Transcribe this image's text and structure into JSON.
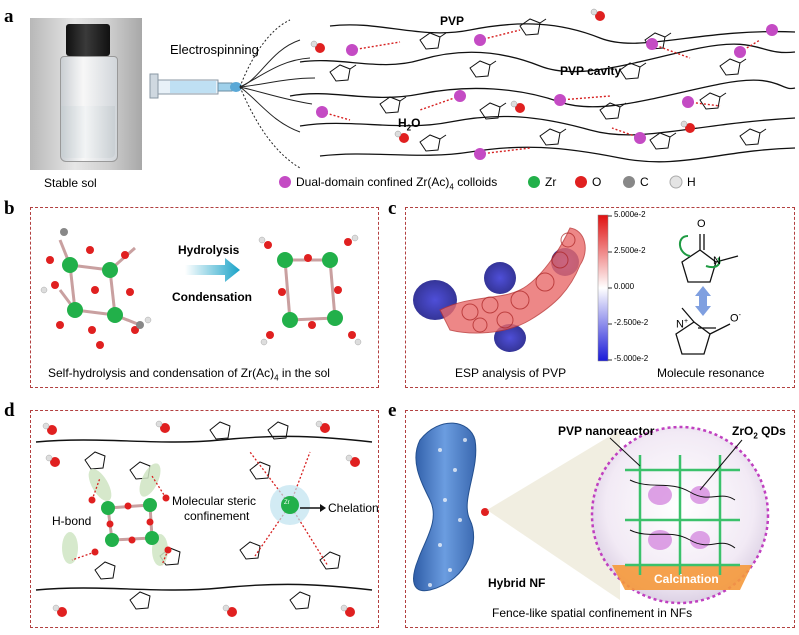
{
  "panels": {
    "a": {
      "letter": "a",
      "electrospinning": "Electrospinning",
      "stable_sol": "Stable sol",
      "pvp": "PVP",
      "pvp_cavity": "PVP cavity",
      "h2o_main": "H",
      "h2o_sub": "2",
      "h2o_tail": "O",
      "legend": {
        "colloid": "Dual-domain confined Zr(Ac)",
        "colloid_sub": "4",
        "colloid_tail": " colloids",
        "zr": "Zr",
        "o": "O",
        "c": "C",
        "h": "H"
      }
    },
    "b": {
      "letter": "b",
      "hydrolysis": "Hydrolysis",
      "condensation": "Condensation",
      "caption_main": "Self-hydrolysis and condensation of Zr(Ac)",
      "caption_sub": "4",
      "caption_tail": " in the sol"
    },
    "c": {
      "letter": "c",
      "colorbar_ticks": [
        "5.000e-2",
        "2.500e-2",
        "0.000",
        "-2.500e-2",
        "-5.000e-2"
      ],
      "esp_caption": "ESP analysis of PVP",
      "resonance_caption": "Molecule resonance"
    },
    "d": {
      "letter": "d",
      "h_bond": "H-bond",
      "steric_line1": "Molecular steric",
      "steric_line2": "confinement",
      "chelation": "Chelation",
      "zr_ion": "Zr"
    },
    "e": {
      "letter": "e",
      "pvp_nanoreactor": "PVP nanoreactor",
      "zro2_main": "ZrO",
      "zro2_sub": "2",
      "zro2_tail": " QDs",
      "hybrid_nf": "Hybrid  NF",
      "calcination": "Calcination",
      "caption": "Fence-like spatial confinement in NFs"
    }
  },
  "colors": {
    "zr": "#22b04a",
    "o": "#e02020",
    "c": "#888888",
    "h": "#e8e8e8",
    "colloid": "#c44bc4",
    "frame": "#b24040",
    "nf_blue": "#5d8fd3",
    "confine": "#c040c0"
  }
}
